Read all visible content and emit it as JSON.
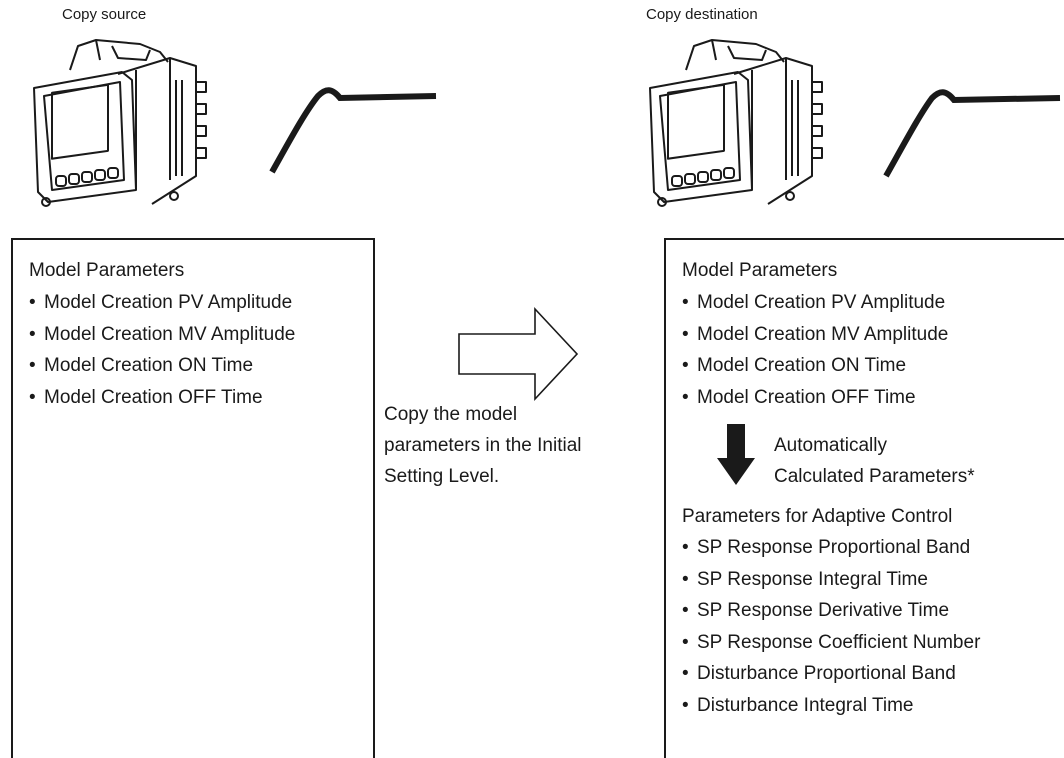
{
  "source": {
    "caption": "Copy source",
    "box_title": "Model Parameters",
    "items": [
      "Model Creation PV Amplitude",
      "Model Creation MV Amplitude",
      "Model Creation ON Time",
      "Model Creation OFF Time"
    ]
  },
  "destination": {
    "caption": "Copy destination",
    "box_title": "Model Parameters",
    "items": [
      "Model Creation PV Amplitude",
      "Model Creation MV Amplitude",
      "Model Creation ON Time",
      "Model Creation OFF Time"
    ],
    "auto_note": [
      "Automatically",
      "Calculated Parameters*"
    ],
    "adaptive_title": "Parameters for Adaptive Control",
    "adaptive_items": [
      "SP Response Proportional Band",
      "SP Response Integral Time",
      "SP Response Derivative Time",
      "SP Response Coefficient Number",
      "Disturbance Proportional Band",
      "Disturbance Integral Time"
    ]
  },
  "copy_note": [
    "Copy the model",
    "parameters in the Initial",
    "Setting Level."
  ],
  "colors": {
    "ink": "#1a1a1a",
    "background": "#ffffff"
  }
}
